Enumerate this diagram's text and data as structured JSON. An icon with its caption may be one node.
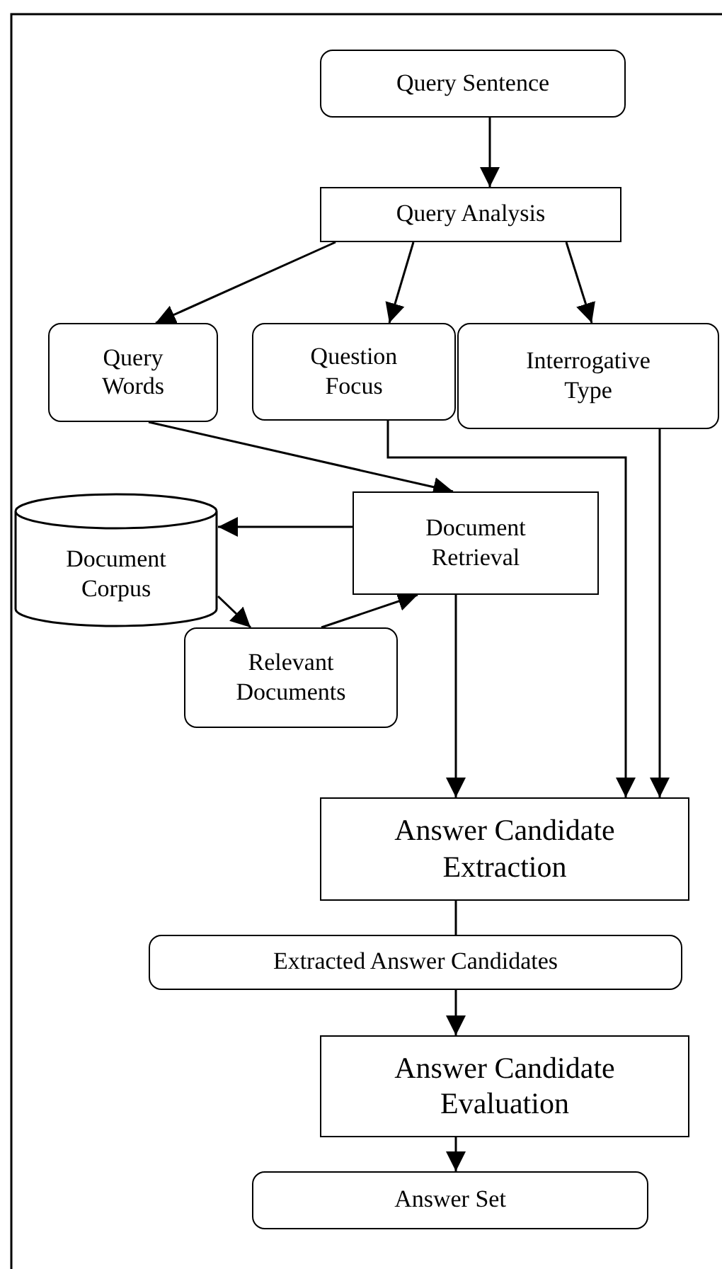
{
  "diagram": {
    "nodes": [
      {
        "text": [
          "Query Sentence"
        ]
      },
      {
        "text": [
          "Query Analysis"
        ]
      },
      {
        "text": [
          "Query Words"
        ]
      },
      {
        "text": [
          "Question Focus"
        ]
      },
      {
        "text": [
          "Interrogative Type"
        ]
      },
      {
        "text": [
          "Document Corpus"
        ]
      },
      {
        "text": [
          "Document Retrieval"
        ]
      },
      {
        "text": [
          "Relevant Documents"
        ]
      },
      {
        "text": [
          "Answer Candidate Extraction"
        ]
      },
      {
        "text": [
          "Extracted Answer Candidates"
        ]
      },
      {
        "text": [
          "Answer Candidate Evaluation"
        ]
      },
      {
        "text": [
          "Answer Set"
        ]
      }
    ],
    "edges": [
      {
        "from": 0,
        "to": 1,
        "arrow": "to"
      },
      {
        "from": 1,
        "to": 2,
        "arrow": "to"
      },
      {
        "from": 1,
        "to": 3,
        "arrow": "to"
      },
      {
        "from": 1,
        "to": 4,
        "arrow": "to"
      },
      {
        "from": 2,
        "to": 6,
        "arrow": "to"
      },
      {
        "from": 3,
        "to": 8,
        "arrow": "to"
      },
      {
        "from": 4,
        "to": 8,
        "arrow": "to"
      },
      {
        "from": 6,
        "to": 5,
        "arrow": "to"
      },
      {
        "from": 5,
        "to": 7,
        "arrow": "to"
      },
      {
        "from": 7,
        "to": 6,
        "arrow": "to"
      },
      {
        "from": 6,
        "to": 8,
        "arrow": "to"
      },
      {
        "from": 8,
        "to": 9,
        "arrow": "none"
      },
      {
        "from": 9,
        "to": 10,
        "arrow": "to"
      },
      {
        "from": 10,
        "to": 11,
        "arrow": "to"
      }
    ]
  }
}
